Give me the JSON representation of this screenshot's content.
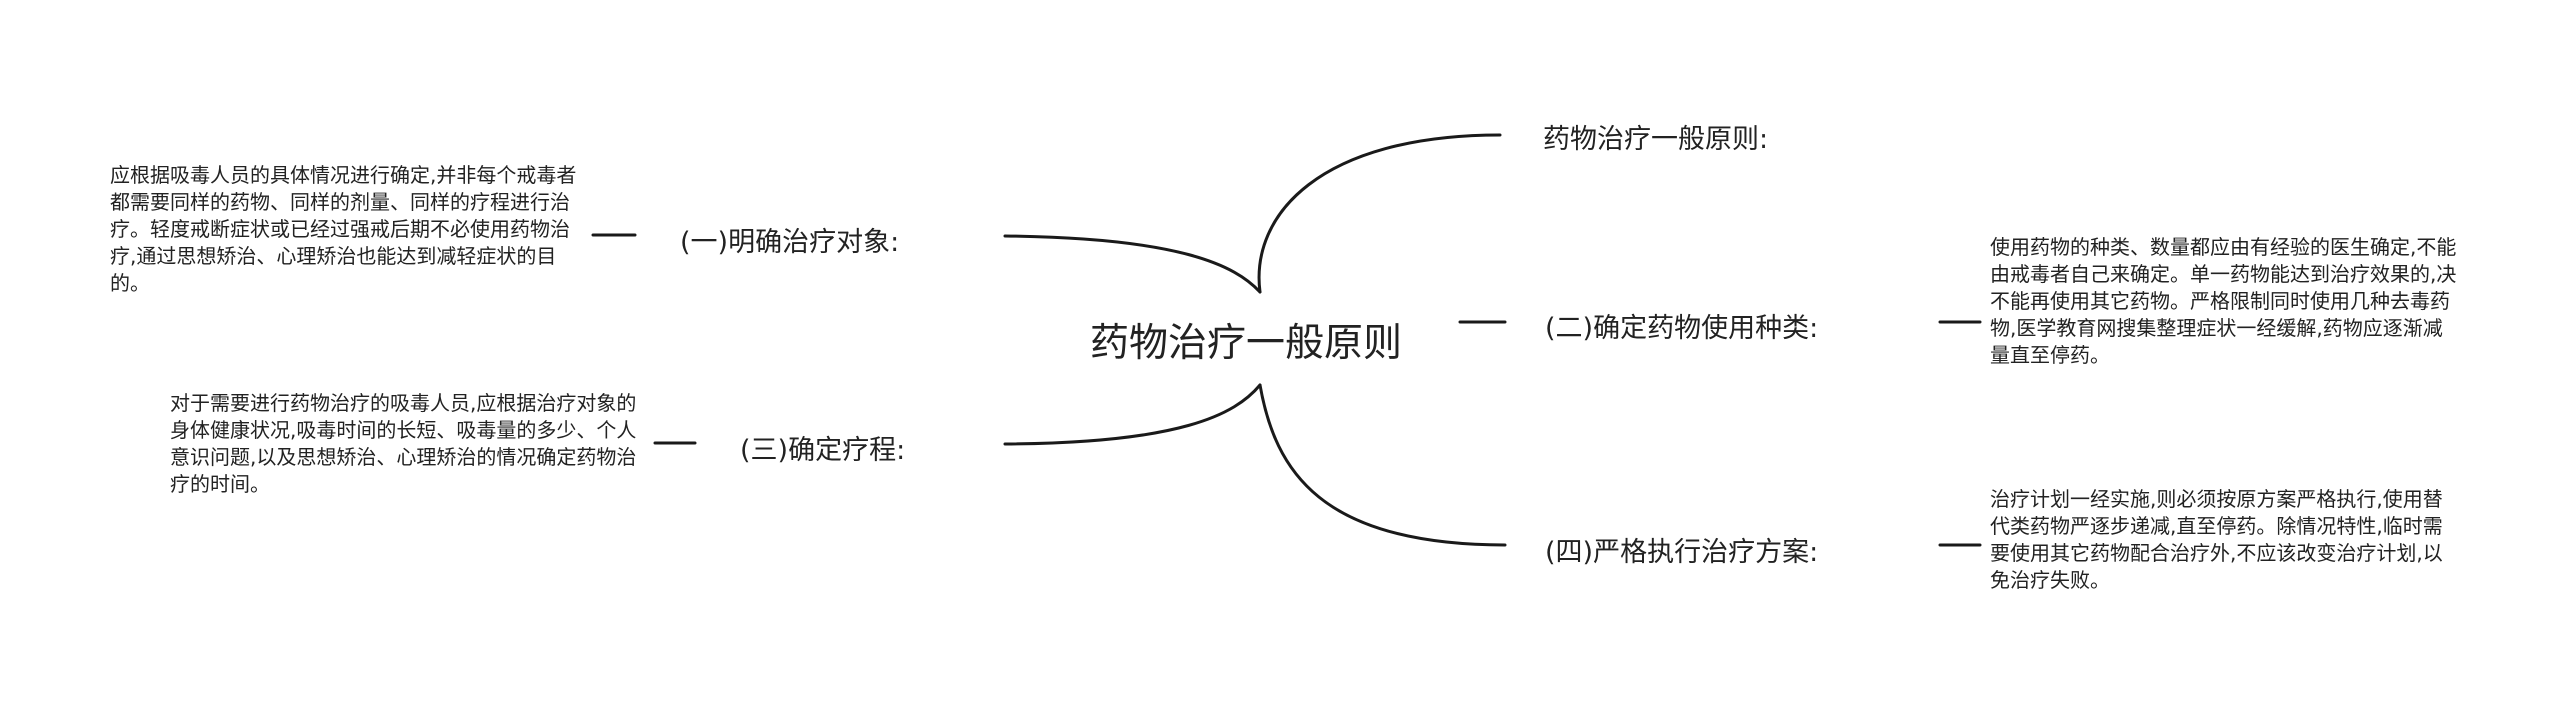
{
  "center": {
    "label": "药物治疗一般原则"
  },
  "branches": [
    {
      "id": "b0",
      "label": "药物治疗一般原则:",
      "detail": ""
    },
    {
      "id": "b1",
      "label": "(一)明确治疗对象:",
      "detail": "应根据吸毒人员的具体情况进行确定,并非每个戒毒者都需要同样的药物、同样的剂量、同样的疗程进行治疗。轻度戒断症状或已经过强戒后期不必使用药物治疗,通过思想矫治、心理矫治也能达到减轻症状的目的。"
    },
    {
      "id": "b2",
      "label": "(二)确定药物使用种类:",
      "detail": "使用药物的种类、数量都应由有经验的医生确定,不能由戒毒者自己来确定。单一药物能达到治疗效果的,决不能再使用其它药物。严格限制同时使用几种去毒药物,医学教育网搜集整理症状一经缓解,药物应逐渐减量直至停药。"
    },
    {
      "id": "b3",
      "label": "(三)确定疗程:",
      "detail": "对于需要进行药物治疗的吸毒人员,应根据治疗对象的身体健康状况,吸毒时间的长短、吸毒量的多少、个人意识问题,以及思想矫治、心理矫治的情况确定药物治疗的时间。"
    },
    {
      "id": "b4",
      "label": "(四)严格执行治疗方案:",
      "detail": "治疗计划一经实施,则必须按原方案严格执行,使用替代类药物严逐步递减,直至停药。除情况特性,临时需要使用其它药物配合治疗外,不应该改变治疗计划,以免治疗失败。"
    }
  ],
  "colors": {
    "line": "#1a1a1a",
    "text": "#222222",
    "background": "#ffffff"
  }
}
